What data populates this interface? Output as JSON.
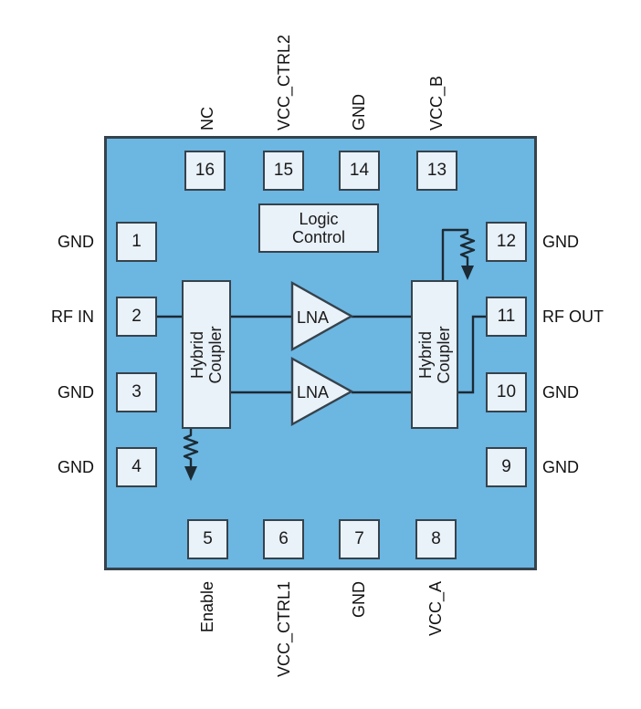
{
  "diagram": {
    "type": "chip-pinout-block-diagram",
    "package_pins": 16
  },
  "colors": {
    "chip_fill": "#6CB6E2",
    "box_fill": "#E9F1F9",
    "border": "#36424B",
    "wire": "#1C2A33",
    "text": "#1a1a1a",
    "background": "#ffffff"
  },
  "pins": {
    "top": [
      {
        "number": "16",
        "label": "NC"
      },
      {
        "number": "15",
        "label": "VCC_CTRL2"
      },
      {
        "number": "14",
        "label": "GND"
      },
      {
        "number": "13",
        "label": "VCC_B"
      }
    ],
    "left": [
      {
        "number": "1",
        "label": "GND"
      },
      {
        "number": "2",
        "label": "RF IN"
      },
      {
        "number": "3",
        "label": "GND"
      },
      {
        "number": "4",
        "label": "GND"
      }
    ],
    "right": [
      {
        "number": "12",
        "label": "GND"
      },
      {
        "number": "11",
        "label": "RF OUT"
      },
      {
        "number": "10",
        "label": "GND"
      },
      {
        "number": "9",
        "label": "GND"
      }
    ],
    "bottom": [
      {
        "number": "5",
        "label": "Enable"
      },
      {
        "number": "6",
        "label": "VCC_CTRL1"
      },
      {
        "number": "7",
        "label": "GND"
      },
      {
        "number": "8",
        "label": "VCC_A"
      }
    ]
  },
  "blocks": {
    "logic_control": {
      "line1": "Logic",
      "line2": "Control"
    },
    "input_coupler": {
      "line1": "Hybrid",
      "line2": "Coupler"
    },
    "output_coupler": {
      "line1": "Hybrid",
      "line2": "Coupler"
    },
    "lna_top": {
      "label": "LNA"
    },
    "lna_bottom": {
      "label": "LNA"
    }
  }
}
